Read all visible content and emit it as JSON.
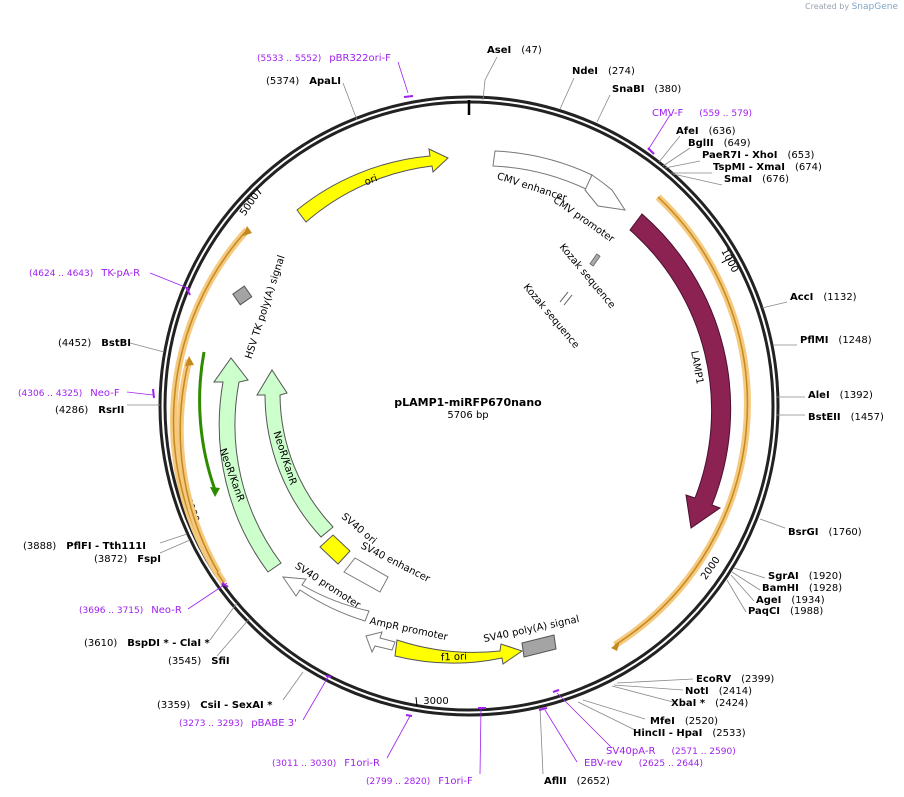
{
  "credit": {
    "prefix": "Created by",
    "brand": "SnapGene"
  },
  "plasmid": {
    "name": "pLAMP1-miRFP670nano",
    "size": "5706 bp"
  },
  "ticks": [
    "1000",
    "2000",
    "3000",
    "4000",
    "5000"
  ],
  "colors": {
    "primer": "#a020f0",
    "orf": "#8b2252",
    "ori": "#ffff00",
    "neo": "#ccffcc",
    "neo_orf": "#2e8b00",
    "polyA": "#a4a4a4",
    "highlight": "#f5c97f"
  },
  "sites": [
    {
      "name": "AseI",
      "pos": "(47)"
    },
    {
      "name": "NdeI",
      "pos": "(274)"
    },
    {
      "name": "SnaBI",
      "pos": "(380)"
    },
    {
      "name": "AfeI",
      "pos": "(636)"
    },
    {
      "name": "BglII",
      "pos": "(649)"
    },
    {
      "name": "PaeR7I  - XhoI",
      "pos": "(653)"
    },
    {
      "name": "TspMI  - XmaI",
      "pos": "(674)"
    },
    {
      "name": "SmaI",
      "pos": "(676)"
    },
    {
      "name": "AccI",
      "pos": "(1132)"
    },
    {
      "name": "PflMI",
      "pos": "(1248)"
    },
    {
      "name": "AleI",
      "pos": "(1392)"
    },
    {
      "name": "BstEII",
      "pos": "(1457)"
    },
    {
      "name": "BsrGI",
      "pos": "(1760)"
    },
    {
      "name": "SgrAI",
      "pos": "(1920)"
    },
    {
      "name": "BamHI",
      "pos": "(1928)"
    },
    {
      "name": "AgeI",
      "pos": "(1934)"
    },
    {
      "name": "PaqCI",
      "pos": "(1988)"
    },
    {
      "name": "EcoRV",
      "pos": "(2399)"
    },
    {
      "name": "NotI",
      "pos": "(2414)"
    },
    {
      "name": "XbaI *",
      "pos": "(2424)"
    },
    {
      "name": "MfeI",
      "pos": "(2520)"
    },
    {
      "name": "HincII  - HpaI",
      "pos": "(2533)"
    },
    {
      "name": "AflII",
      "pos": "(2652)"
    },
    {
      "name": "CsiI  - SexAI *",
      "pos": "(3359)"
    },
    {
      "name": "SfiI",
      "pos": "(3545)"
    },
    {
      "name": "BspDI *  - ClaI *",
      "pos": "(3610)"
    },
    {
      "name": "FspI",
      "pos": "(3872)"
    },
    {
      "name": "PflFI  - Tth111I",
      "pos": "(3888)"
    },
    {
      "name": "RsrII",
      "pos": "(4286)"
    },
    {
      "name": "BstBI",
      "pos": "(4452)"
    },
    {
      "name": "ApaLI",
      "pos": "(5374)"
    }
  ],
  "primers": [
    {
      "name": "pBR322ori-F",
      "pos": "(5533 .. 5552)"
    },
    {
      "name": "CMV-F",
      "pos": "(559 .. 579)"
    },
    {
      "name": "TK-pA-R",
      "pos": "(4624 .. 4643)"
    },
    {
      "name": "Neo-F",
      "pos": "(4306 .. 4325)"
    },
    {
      "name": "Neo-R",
      "pos": "(3696 .. 3715)"
    },
    {
      "name": "pBABE 3'",
      "pos": "(3273 .. 3293)"
    },
    {
      "name": "F1ori-R",
      "pos": "(3011 .. 3030)"
    },
    {
      "name": "F1ori-F",
      "pos": "(2799 .. 2820)"
    },
    {
      "name": "EBV-rev",
      "pos": "(2625 .. 2644)"
    },
    {
      "name": "SV40pA-R",
      "pos": "(2571 .. 2590)"
    }
  ],
  "features": [
    {
      "name": "ori"
    },
    {
      "name": "CMV enhancer"
    },
    {
      "name": "CMV promoter"
    },
    {
      "name": "Kozak sequence"
    },
    {
      "name": "Kozak sequence"
    },
    {
      "name": "LAMP1"
    },
    {
      "name": "HSV TK poly(A) signal"
    },
    {
      "name": "NeoR/KanR"
    },
    {
      "name": "NeoR/KanR"
    },
    {
      "name": "SV40 ori"
    },
    {
      "name": "SV40 enhancer"
    },
    {
      "name": "SV40 promoter"
    },
    {
      "name": "AmpR promoter"
    },
    {
      "name": "f1 ori"
    },
    {
      "name": "SV40 poly(A) signal"
    }
  ]
}
